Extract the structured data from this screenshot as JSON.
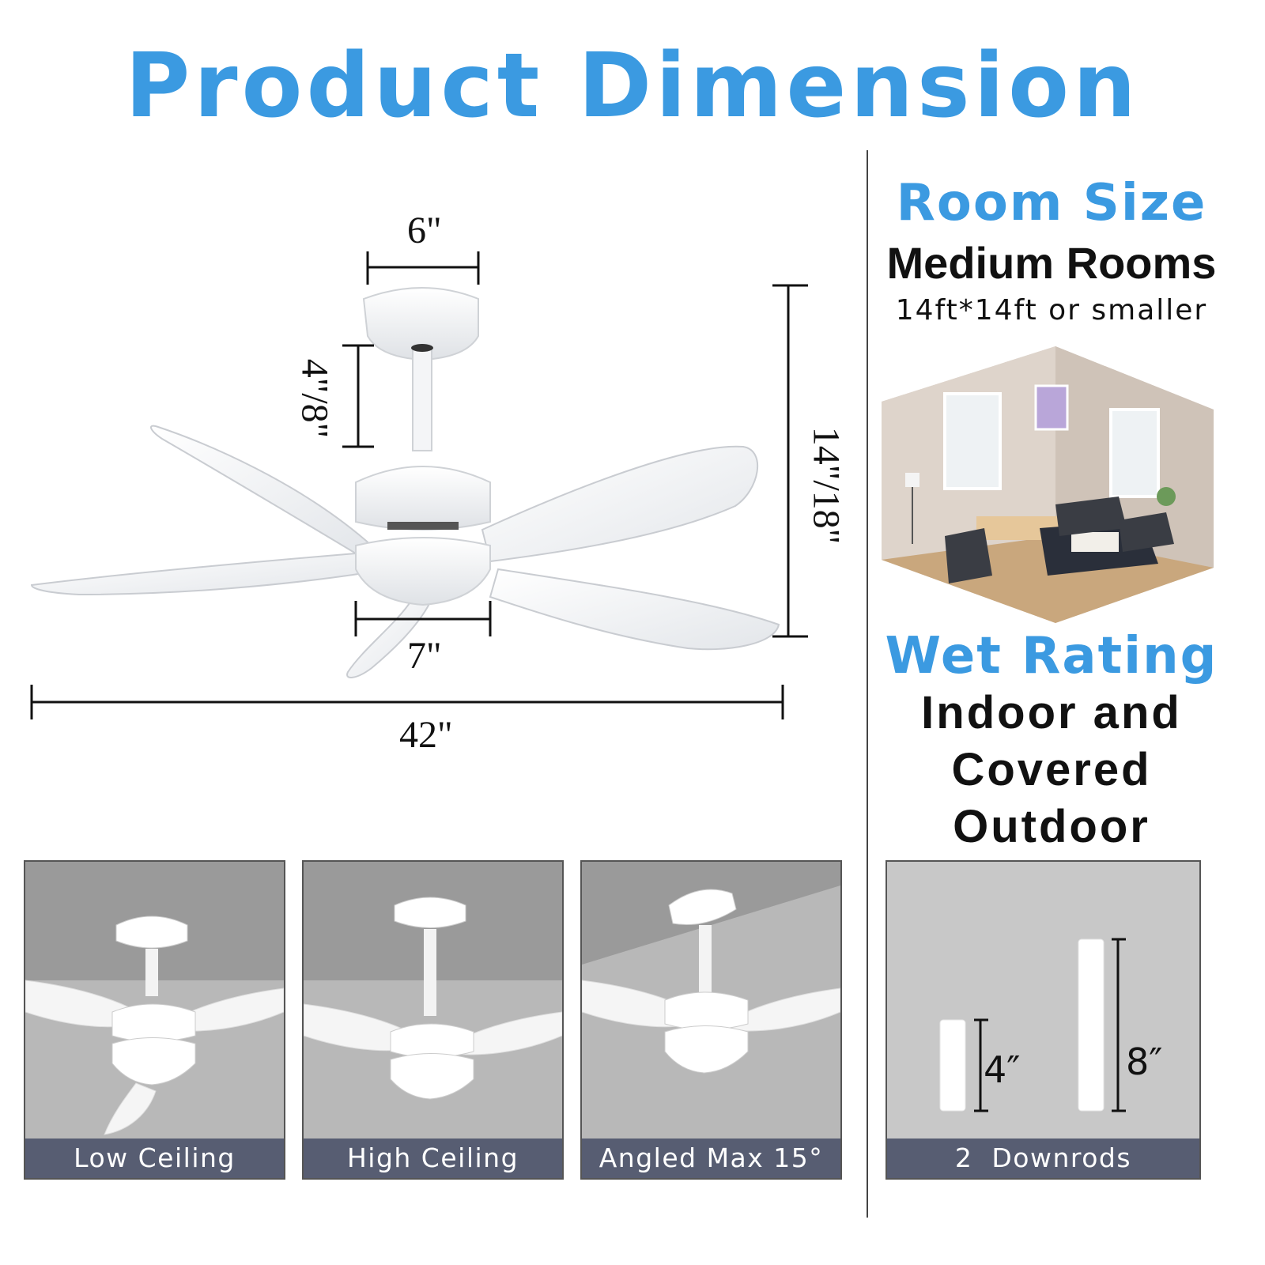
{
  "title": "Product Dimension",
  "dimensions": {
    "canopy_width": "6\"",
    "downrod_length": "4\"/8\"",
    "total_height": "14\"/18\"",
    "light_width": "7\"",
    "blade_span": "42\""
  },
  "room_size": {
    "heading": "Room Size",
    "label": "Medium Rooms",
    "detail": "14ft*14ft or smaller"
  },
  "wet_rating": {
    "heading": "Wet Rating",
    "lines": [
      "Indoor and",
      "Covered",
      "Outdoor"
    ]
  },
  "mount_panels": [
    {
      "caption": "Low Ceiling"
    },
    {
      "caption": "High Ceiling"
    },
    {
      "caption": "Angled Max 15°"
    }
  ],
  "downrods": {
    "caption": "2  Downrods",
    "short_label": "4″",
    "long_label": "8″"
  },
  "colors": {
    "accent": "#3b9ae1",
    "caption_bar": "#575d72"
  }
}
